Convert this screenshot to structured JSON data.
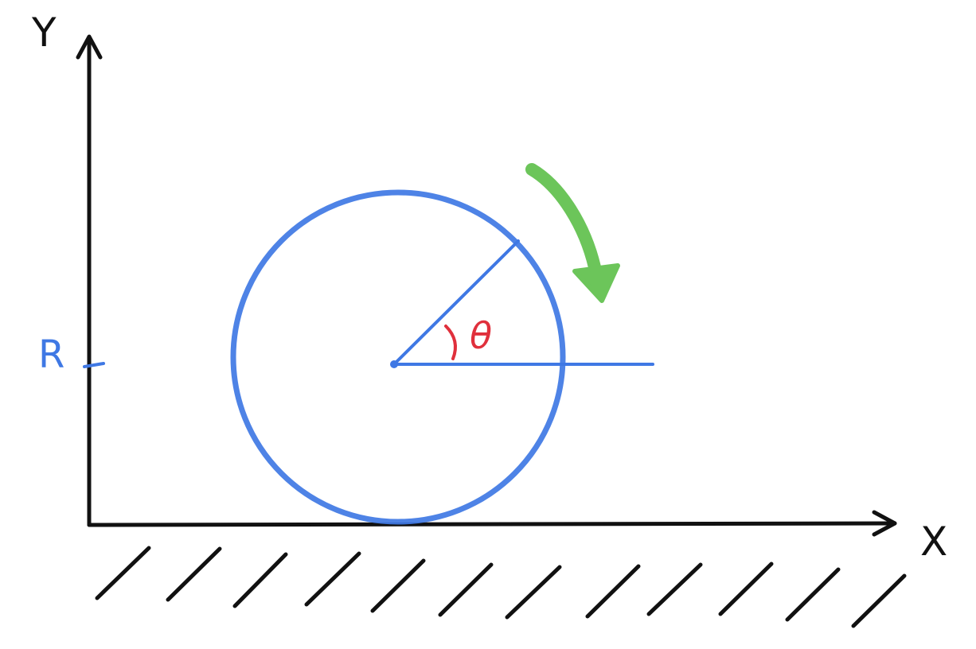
{
  "labels": {
    "y_axis": "Y",
    "x_axis": "X",
    "radius_tick": "R",
    "angle": "θ"
  },
  "colors": {
    "axes": "#111111",
    "wheel": "#3f78e4",
    "angle": "#e0303c",
    "rotation_arrow": "#6cc55a",
    "background": "#ffffff"
  },
  "ground_hatch_count": 12,
  "rotation_direction": "clockwise"
}
